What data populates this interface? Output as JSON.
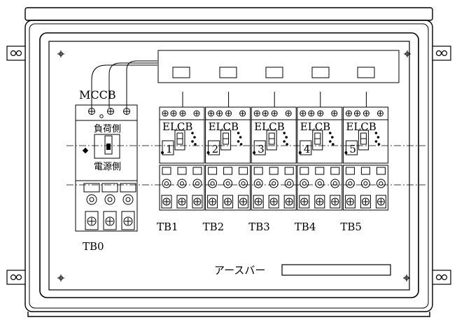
{
  "title_labels": {
    "mccb": "MCCB",
    "load_side": "負荷側",
    "supply_side": "電源側",
    "tb0": "TB0",
    "earth_bar": "アースバー"
  },
  "elcb_units": [
    {
      "label": "ELCB",
      "number": "1",
      "terminal": "TB1"
    },
    {
      "label": "ELCB",
      "number": "2",
      "terminal": "TB2"
    },
    {
      "label": "ELCB",
      "number": "3",
      "terminal": "TB3"
    },
    {
      "label": "ELCB",
      "number": "4",
      "terminal": "TB4"
    },
    {
      "label": "ELCB",
      "number": "5",
      "terminal": "TB5"
    }
  ],
  "colors": {
    "line": "#000000",
    "background": "#ffffff"
  }
}
